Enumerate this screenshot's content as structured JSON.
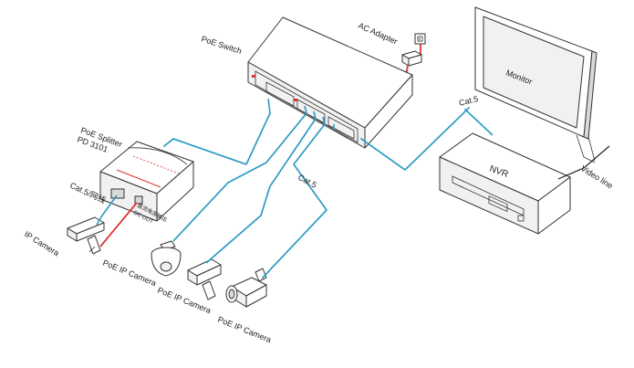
{
  "labels": {
    "poe_switch": "PoE  Switch",
    "ac_adapter": "AC Adapter",
    "monitor": "Monitor",
    "nvr": "NVR",
    "video_line": "Video line",
    "cat5_top": "Cat.5",
    "cat5_mid": "Cat.5",
    "poe_splitter": "PoE Splitter",
    "splitter_model": "PD 3101",
    "cat5_cn": "Cat.5/网线",
    "dc_out_cn": "直流电源输出",
    "dc_out": "DC OUT",
    "ip_camera": "IP Camera",
    "poe_cam_1": "PoE IP Camera",
    "poe_cam_2": "PoE IP Camera",
    "poe_cam_3": "PoE IP Camera"
  },
  "colors": {
    "cable": "#2c9bc4",
    "power_wire": "#d33333",
    "outline": "#333333"
  },
  "icons": {
    "switch_ports": "rj45-port-icon",
    "outlet": "power-outlet-icon"
  }
}
